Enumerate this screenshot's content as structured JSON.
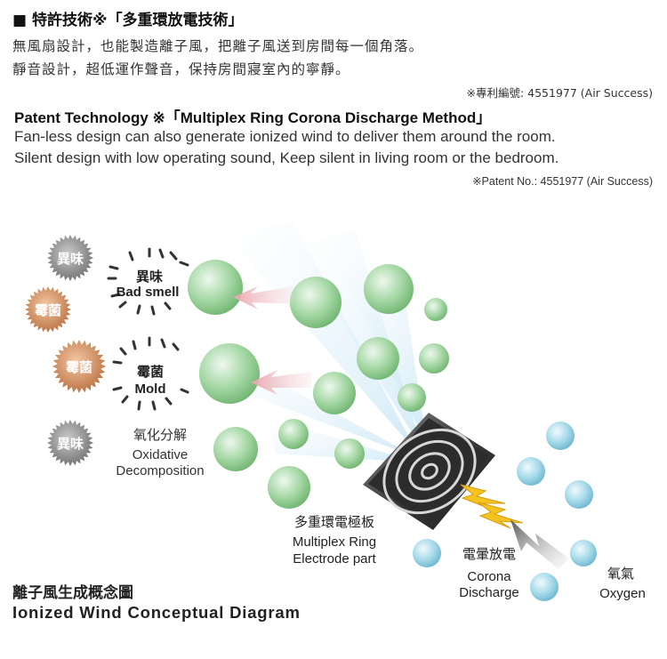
{
  "header": {
    "cn_title": "■ 特許技術※「多重環放電技術」",
    "cn_line1": "無風扇設計，也能製造離子風，把離子風送到房間每一個角落。",
    "cn_line2": "靜音設計，超低運作聲音，保持房間寢室內的寧靜。",
    "cn_patent": "※專利編號: 4551977 (Air Success)",
    "en_title": "Patent Technology ※「Multiplex Ring Corona Discharge Method」",
    "en_line1": "Fan-less design can also generate ionized wind to deliver them around the room.",
    "en_line2": "Silent design with low operating sound, Keep silent in living room or the bedroom.",
    "en_patent": "※Patent No.: 4551977 (Air Success)"
  },
  "diagram": {
    "bursts": [
      {
        "label": "異味",
        "color": "#8a8a8a"
      },
      {
        "label": "霉菌",
        "color": "#c98a5e"
      },
      {
        "label": "霉菌",
        "color": "#c98a5e"
      },
      {
        "label": "異味",
        "color": "#8a8a8a"
      }
    ],
    "bad_smell_cn": "異味",
    "bad_smell_en": "Bad smell",
    "mold_cn": "霉菌",
    "mold_en": "Mold",
    "oxidative_cn": "氧化分解",
    "oxidative_en1": "Oxidative",
    "oxidative_en2": "Decomposition",
    "electrode_cn": "多重環電極板",
    "electrode_en1": "Multiplex Ring",
    "electrode_en2": "Electrode part",
    "corona_cn": "電暈放電",
    "corona_en1": "Corona",
    "corona_en2": "Discharge",
    "oxygen_cn": "氧氣",
    "oxygen_en": "Oxygen",
    "colors": {
      "ion_green": "#8fce8f",
      "oxygen_blue": "#8fcde0",
      "spark": "#f3c420"
    }
  },
  "footer": {
    "cn_title": "離子風生成概念圖",
    "en_title": "Ionized Wind Conceptual Diagram"
  }
}
